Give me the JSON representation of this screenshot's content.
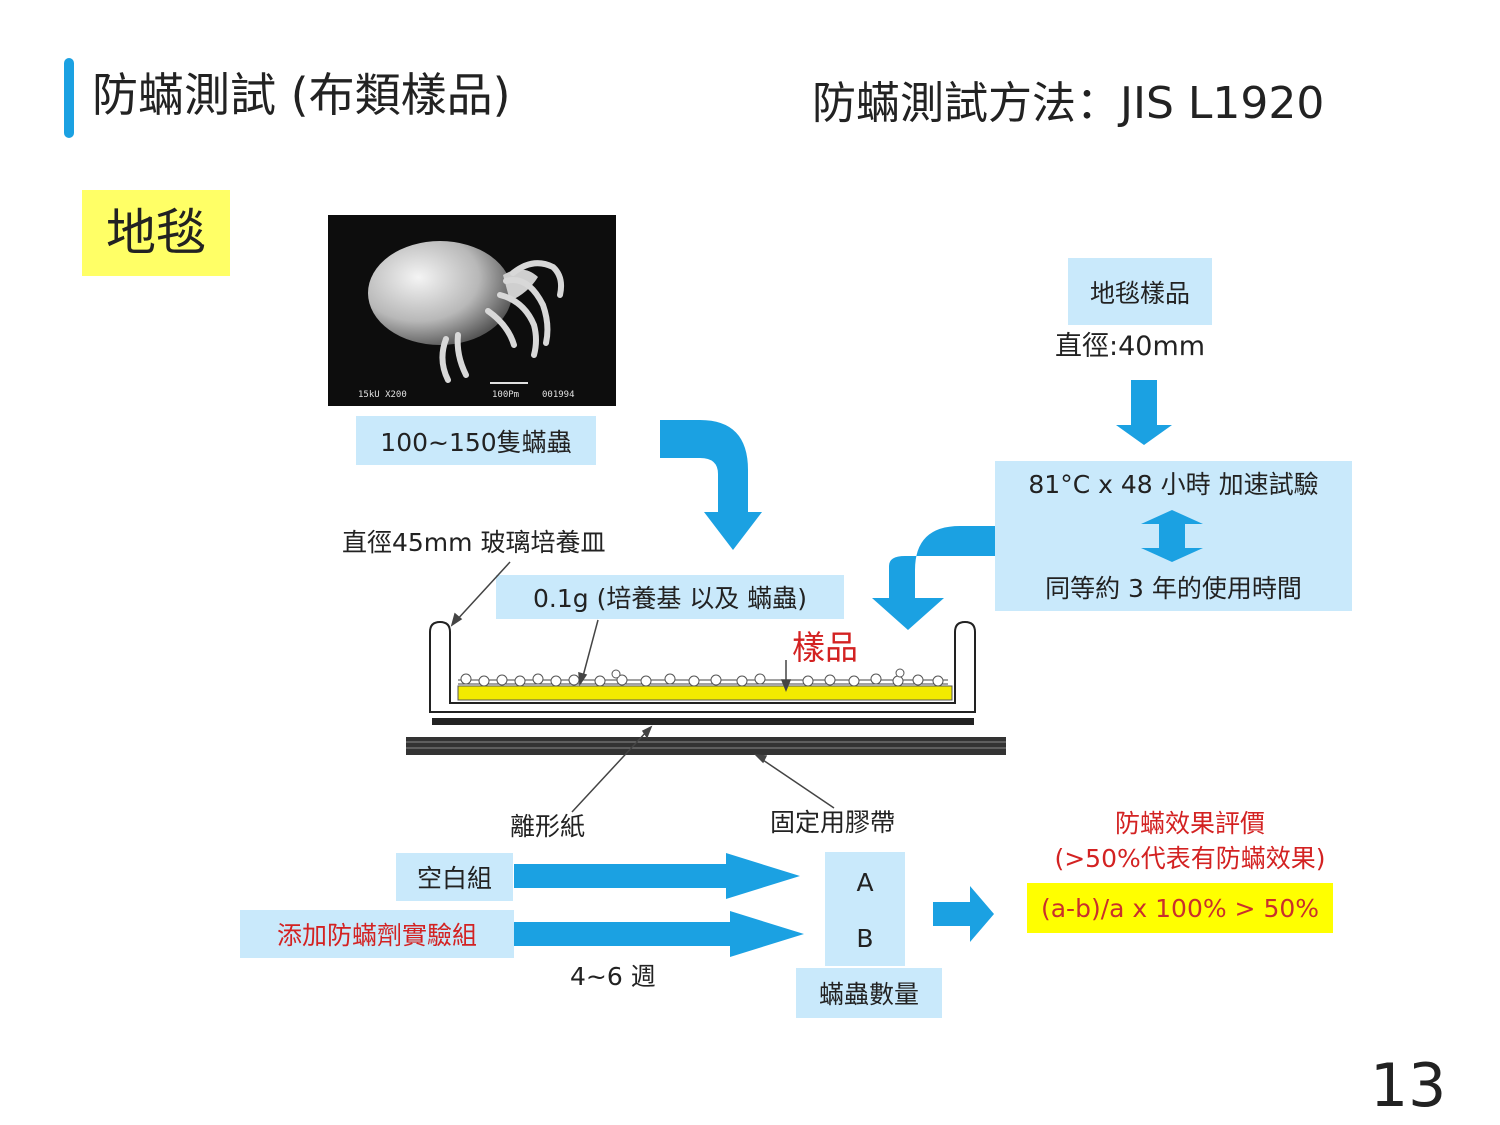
{
  "title": "防蟎測試 (布類樣品)",
  "method": "防蟎測試方法：JIS L1920",
  "category": "地毯",
  "photo": {
    "caption_left": "15kU X200",
    "caption_scale": "100Pm",
    "caption_id": "001994"
  },
  "mites_count": "100~150隻蟎蟲",
  "dish_label": "直徑45mm 玻璃培養皿",
  "medium_label": "0.1g (培養基 以及 蟎蟲)",
  "sample_label": "樣品",
  "carpet_sample": "地毯樣品",
  "diameter": "直徑:40mm",
  "accelerated": "81°C x 48 小時 加速試驗",
  "equivalent": "同等約 3 年的使用時間",
  "release_paper": "離形紙",
  "tape": "固定用膠帶",
  "blank_group": "空白組",
  "test_group": "添加防蟎劑實驗組",
  "duration": "4~6 週",
  "a_label": "A",
  "b_label": "B",
  "mite_count_label": "蟎蟲數量",
  "eval_title": "防蟎效果評價",
  "eval_note": "(>50%代表有防蟎效果)",
  "formula": "(a-b)/a x 100% > 50%",
  "page_number": "13",
  "colors": {
    "accent_blue": "#1ba1e2",
    "light_blue_box": "#c9e9fb",
    "highlight_yellow": "#ffff00",
    "category_yellow": "#ffff66",
    "red_text": "#d32222",
    "sample_yellow": "#f2ea00"
  }
}
